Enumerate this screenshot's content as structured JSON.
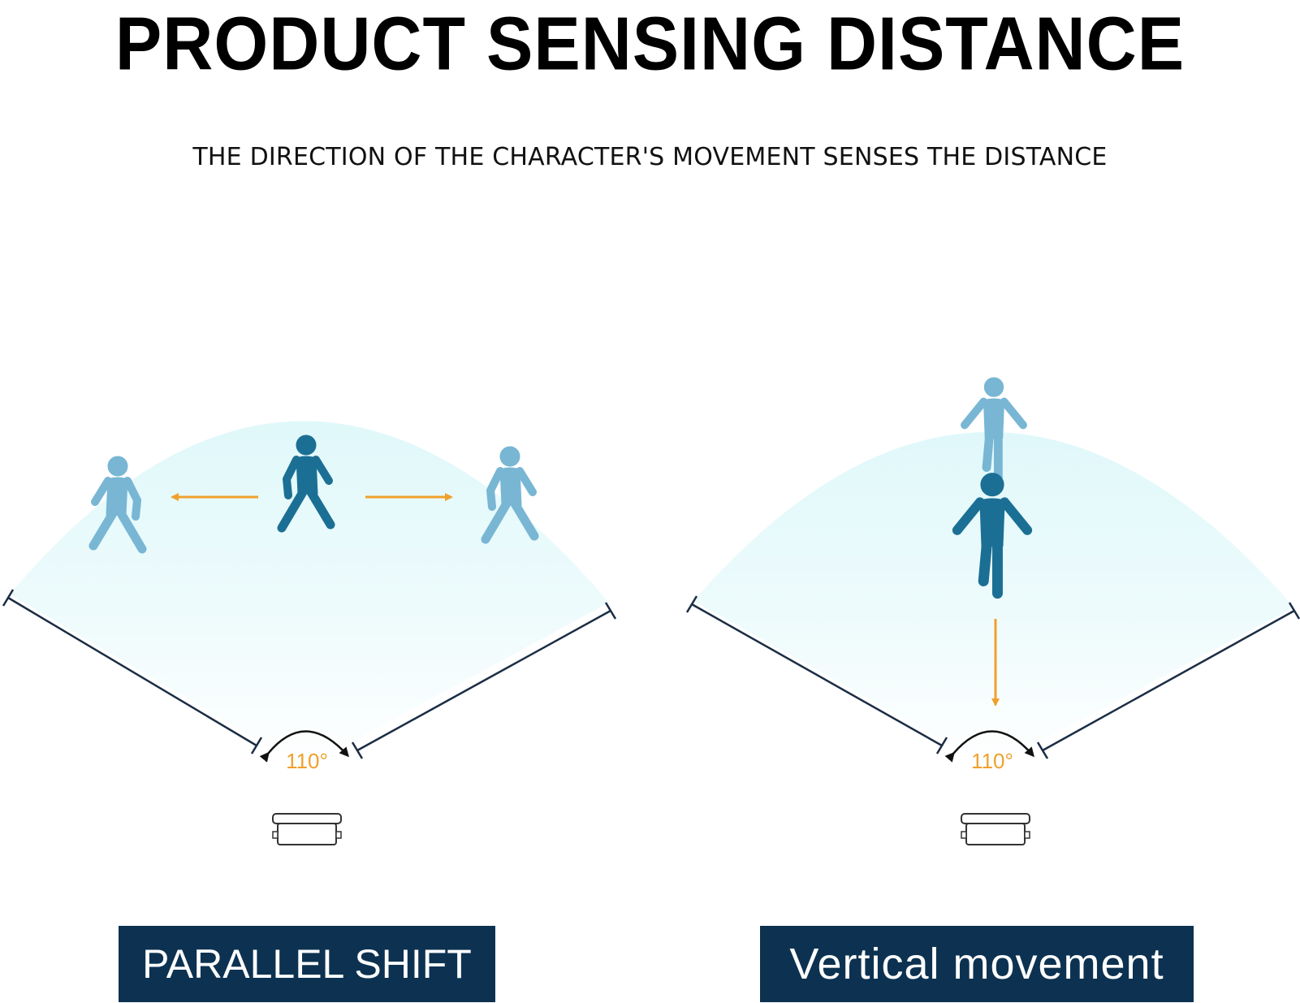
{
  "title": "PRODUCT SENSING DISTANCE",
  "subtitle": "THE DIRECTION OF THE CHARACTER'S MOVEMENT SENSES THE DISTANCE",
  "panels": [
    {
      "angle_label": "110°",
      "caption": "PARALLEL SHIFT"
    },
    {
      "angle_label": "110°",
      "caption": "Vertical movement"
    }
  ],
  "colors": {
    "zone_top": "#e3f9fb",
    "zone_bottom": "#ffffff",
    "boundary_line": "#1a2d44",
    "arrow": "#f0a02c",
    "person_light": "#78b6d4",
    "person_dark": "#1c6f94",
    "label_bg": "#0d3251",
    "angle_text": "#f0a02c"
  },
  "icons": [
    "walking-person-icon",
    "sensor-device-icon",
    "arrow-left-icon",
    "arrow-right-icon",
    "arrow-down-icon",
    "rotation-arrow-icon"
  ]
}
